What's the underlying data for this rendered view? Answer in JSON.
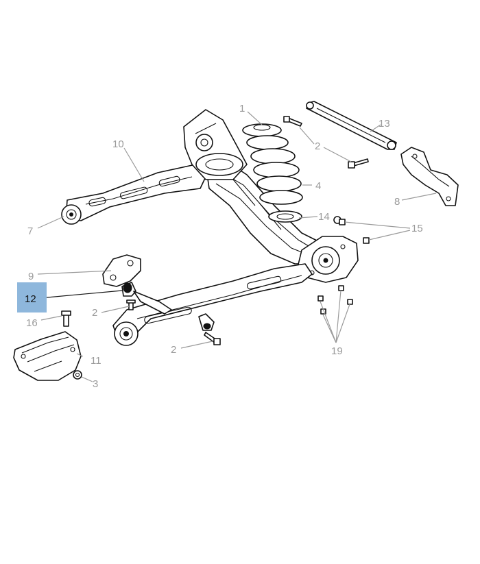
{
  "diagram": {
    "highlight_color": "#8eb7dc",
    "callouts": {
      "c1": "1",
      "c2a": "2",
      "c2b": "2",
      "c2c": "2",
      "c3": "3",
      "c4": "4",
      "c7": "7",
      "c8": "8",
      "c9": "9",
      "c10": "10",
      "c11": "11",
      "c12": "12",
      "c13": "13",
      "c14": "14",
      "c15": "15",
      "c16": "16",
      "c19": "19"
    }
  }
}
